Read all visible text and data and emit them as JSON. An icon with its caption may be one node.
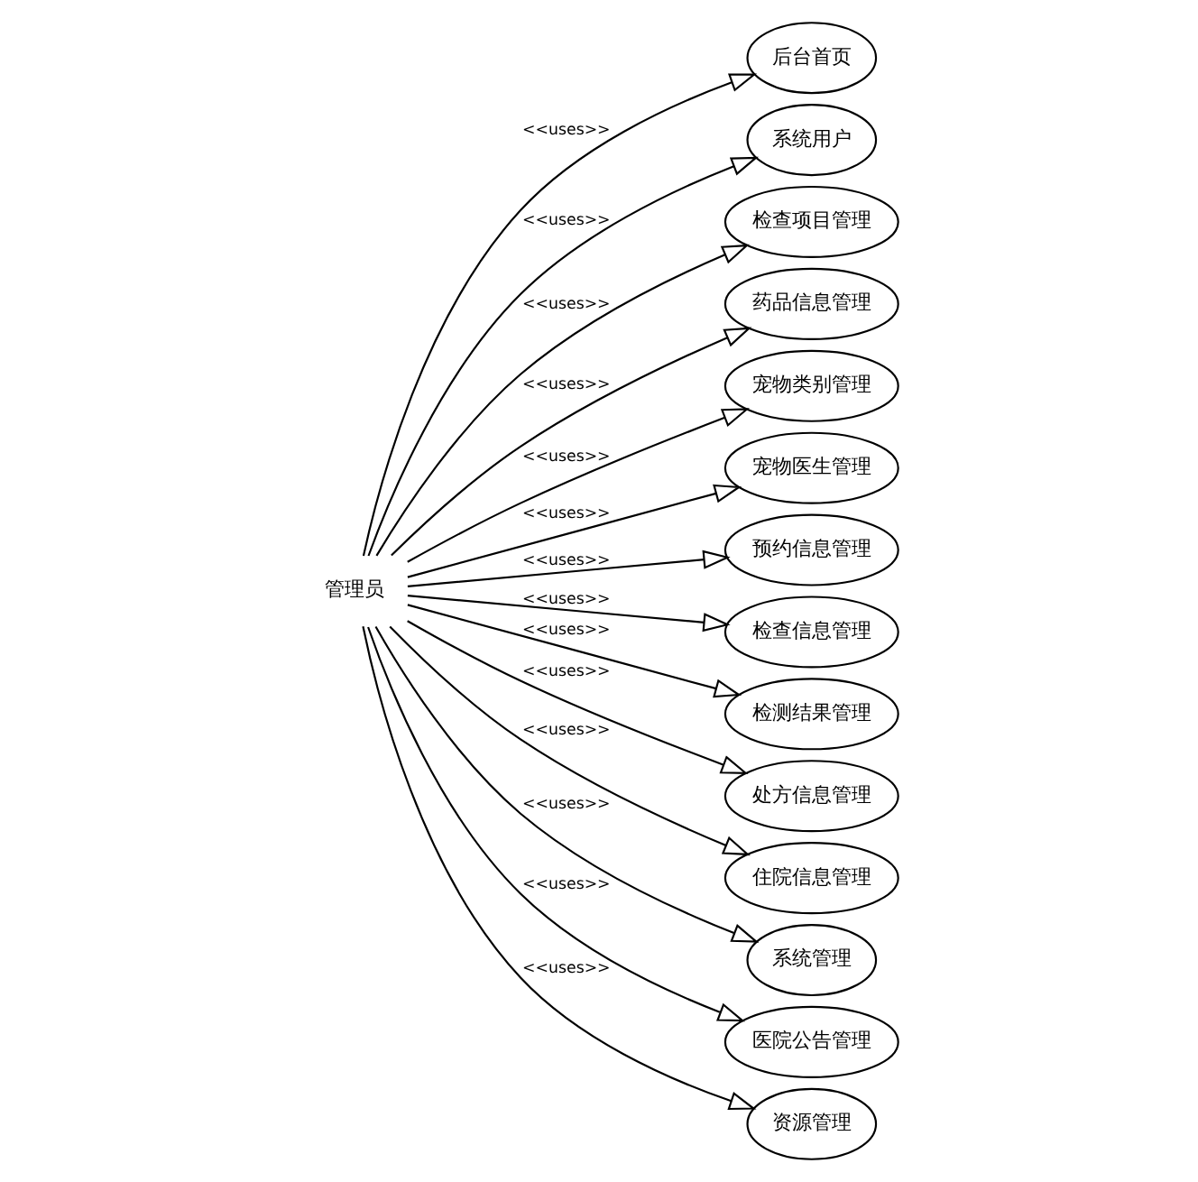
{
  "diagram": {
    "nodes": [
      {
        "text": [
          "管理员"
        ]
      },
      {
        "text": [
          "后台首页"
        ]
      },
      {
        "text": [
          "系统用户"
        ]
      },
      {
        "text": [
          "检查项目管理"
        ]
      },
      {
        "text": [
          "药品信息管理"
        ]
      },
      {
        "text": [
          "宠物类别管理"
        ]
      },
      {
        "text": [
          "宠物医生管理"
        ]
      },
      {
        "text": [
          "预约信息管理"
        ]
      },
      {
        "text": [
          "检查信息管理"
        ]
      },
      {
        "text": [
          "检测结果管理"
        ]
      },
      {
        "text": [
          "处方信息管理"
        ]
      },
      {
        "text": [
          "住院信息管理"
        ]
      },
      {
        "text": [
          "系统管理"
        ]
      },
      {
        "text": [
          "医院公告管理"
        ]
      },
      {
        "text": [
          "资源管理"
        ]
      }
    ],
    "edges": [
      {
        "from": 0,
        "to": 1,
        "arrow": "to",
        "label": "<<uses>>"
      },
      {
        "from": 0,
        "to": 2,
        "arrow": "to",
        "label": "<<uses>>"
      },
      {
        "from": 0,
        "to": 3,
        "arrow": "to",
        "label": "<<uses>>"
      },
      {
        "from": 0,
        "to": 4,
        "arrow": "to",
        "label": "<<uses>>"
      },
      {
        "from": 0,
        "to": 5,
        "arrow": "to",
        "label": "<<uses>>"
      },
      {
        "from": 0,
        "to": 6,
        "arrow": "to",
        "label": "<<uses>>"
      },
      {
        "from": 0,
        "to": 7,
        "arrow": "to",
        "label": "<<uses>>"
      },
      {
        "from": 0,
        "to": 8,
        "arrow": "to",
        "label": "<<uses>>"
      },
      {
        "from": 0,
        "to": 9,
        "arrow": "to",
        "label": "<<uses>>"
      },
      {
        "from": 0,
        "to": 10,
        "arrow": "to",
        "label": "<<uses>>"
      },
      {
        "from": 0,
        "to": 11,
        "arrow": "to",
        "label": "<<uses>>"
      },
      {
        "from": 0,
        "to": 12,
        "arrow": "to",
        "label": "<<uses>>"
      },
      {
        "from": 0,
        "to": 13,
        "arrow": "to",
        "label": "<<uses>>"
      },
      {
        "from": 0,
        "to": 14,
        "arrow": "to",
        "label": "<<uses>>"
      }
    ]
  }
}
